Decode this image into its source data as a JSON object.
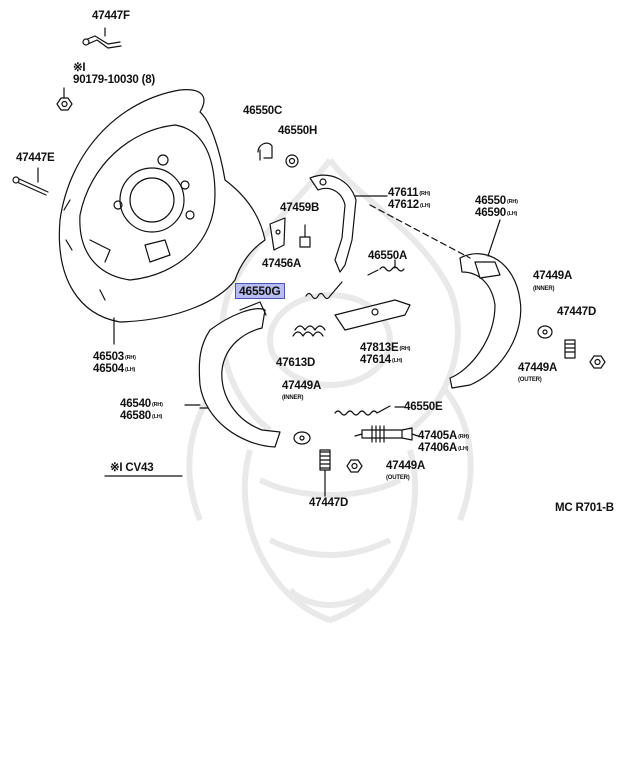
{
  "labels": {
    "p47447F": "47447F",
    "note_mark": "※I",
    "p90179": "90179-10030 (8)",
    "p47447E": "47447E",
    "p46550C": "46550C",
    "p46550H": "46550H",
    "p47611": "47611",
    "p47612": "47612",
    "rh": "(RH)",
    "lh": "(LH)",
    "p46550": "46550",
    "p46590": "46590",
    "p47459B": "47459B",
    "p47456A": "47456A",
    "p46550A": "46550A",
    "p46550G": "46550G",
    "p47449A_r": "47449A",
    "inner": "(INNER)",
    "outer": "(OUTER)",
    "p47447D_r": "47447D",
    "p47449A_r2": "47449A",
    "p46503": "46503",
    "p46504": "46504",
    "p47613D": "47613D",
    "p47813E": "47813E",
    "p47614": "47614",
    "p47449A_m": "47449A",
    "p46540": "46540",
    "p46580": "46580",
    "p46550E": "46550E",
    "p47405A": "47405A",
    "p47406A": "47406A",
    "p47449A_b": "47449A",
    "cv43": "※I CV43",
    "p47447D_b": "47447D",
    "diagram_code": "MC R701-B"
  },
  "colors": {
    "highlight": "#b7bdf0",
    "highlight_border": "#4b55b8",
    "ink": "#111111",
    "watermark": "#e6e6e6"
  }
}
